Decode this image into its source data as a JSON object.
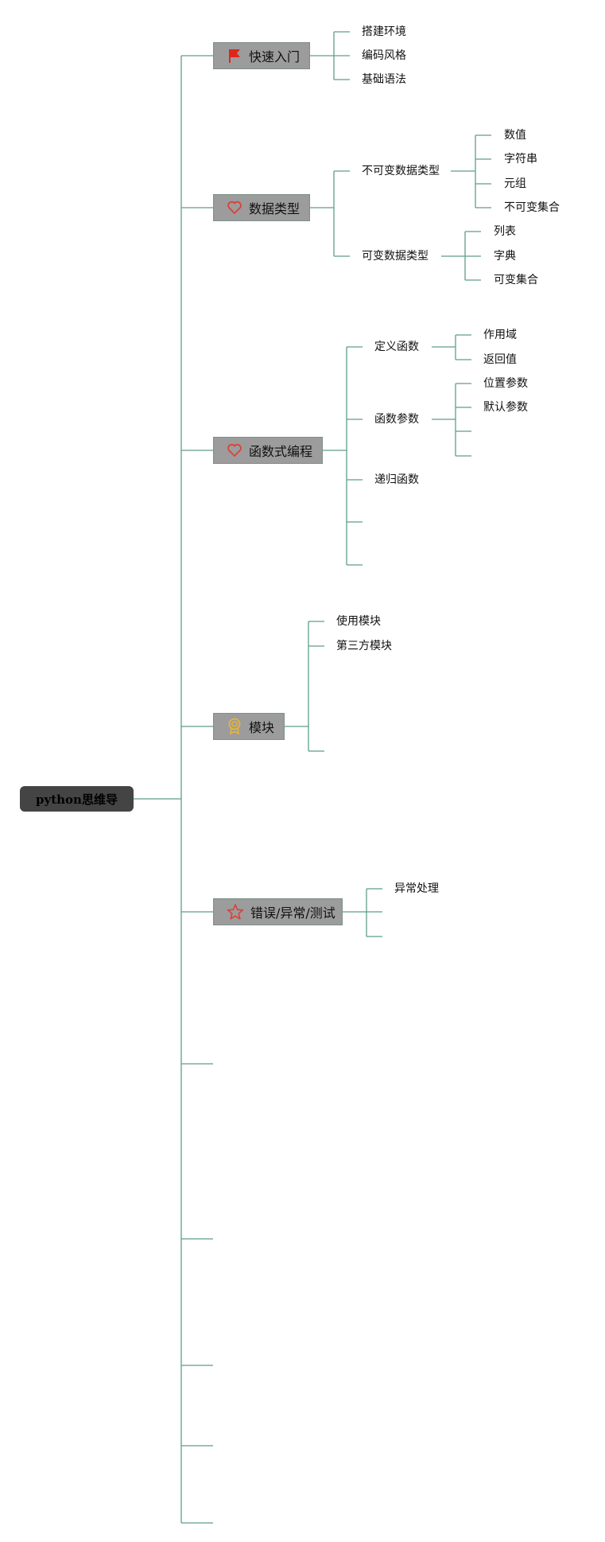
{
  "root": {
    "label": "python思维导"
  },
  "topics": {
    "quick_start": {
      "label": "快速入门",
      "icon": "red-flag-icon",
      "children": [
        "搭建环境",
        "编码风格",
        "基础语法"
      ]
    },
    "data_types": {
      "label": "数据类型",
      "icon": "heart-icon",
      "immutable": {
        "label": "不可变数据类型",
        "children": [
          "数值",
          "字符串",
          "元组",
          "不可变集合"
        ]
      },
      "mutable": {
        "label": "可变数据类型",
        "children": [
          "列表",
          "字典",
          "可变集合"
        ]
      }
    },
    "functional": {
      "label": "函数式编程",
      "icon": "heart-icon",
      "define": {
        "label": "定义函数",
        "children": [
          "作用域",
          "返回值"
        ]
      },
      "params": {
        "label": "函数参数",
        "children": [
          "位置参数",
          "默认参数"
        ]
      },
      "recursive": {
        "label": "递归函数"
      }
    },
    "modules": {
      "label": "模块",
      "icon": "award-badge-icon",
      "children": [
        "使用模块",
        "第三方模块"
      ]
    },
    "errors": {
      "label": "错误/异常/测试",
      "icon": "star-outline-icon",
      "children": [
        "异常处理"
      ]
    }
  },
  "colors": {
    "connector": "#5f9e88",
    "topic_fill": "#9c9c9c",
    "root_fill": "#444444",
    "flag": "#e0261b",
    "heart": "#d9423a",
    "award": "#e8b43a",
    "star": "#d9423a"
  }
}
